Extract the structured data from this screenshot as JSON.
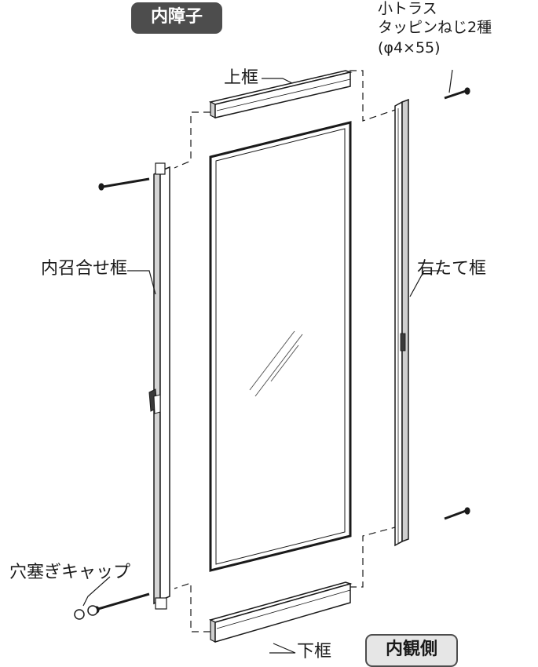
{
  "title": "内障子",
  "view_side": "内観側",
  "screw_note": {
    "line1": "小トラス",
    "line2": "タッピンねじ2種",
    "line3": "(φ4×55)"
  },
  "parts": {
    "top_frame": "上框",
    "bottom_frame": "下框",
    "right_frame": "右たて框",
    "left_meeting_frame": "内召合せ框",
    "hole_cap": "穴塞ぎキャップ"
  },
  "colors": {
    "title_badge_bg": "#4d4d4d",
    "side_badge_bg": "#e6e6e6",
    "line": "#1a1a1a"
  }
}
